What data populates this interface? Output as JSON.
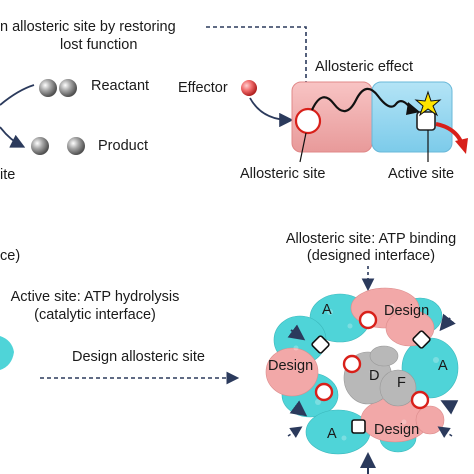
{
  "top_left": {
    "caption_line1": "n allosteric site by restoring",
    "caption_line2": "lost function",
    "reactant": "Reactant",
    "product": "Product",
    "site_fragment": "ite"
  },
  "top_right": {
    "effector": "Effector",
    "allosteric_effect": "Allosteric effect",
    "allosteric_site": "Allosteric site",
    "active_site": "Active site"
  },
  "bottom": {
    "left_fragment": "ce)",
    "active_site_line1": "Active site: ATP hydrolysis",
    "active_site_line2": "(catalytic interface)",
    "design_arrow_label": "Design allosteric site",
    "allo_line1": "Allosteric site: ATP binding",
    "allo_line2": "(designed interface)",
    "labels": {
      "A": "A",
      "D": "D",
      "F": "F",
      "design": "Design"
    }
  },
  "colors": {
    "pink": "#f2a8a8",
    "cyan": "#4fd4d8",
    "grey": "#b8b8b8",
    "red": "#d8201a",
    "navy": "#2b3a5c",
    "yellow": "#ffe400"
  }
}
